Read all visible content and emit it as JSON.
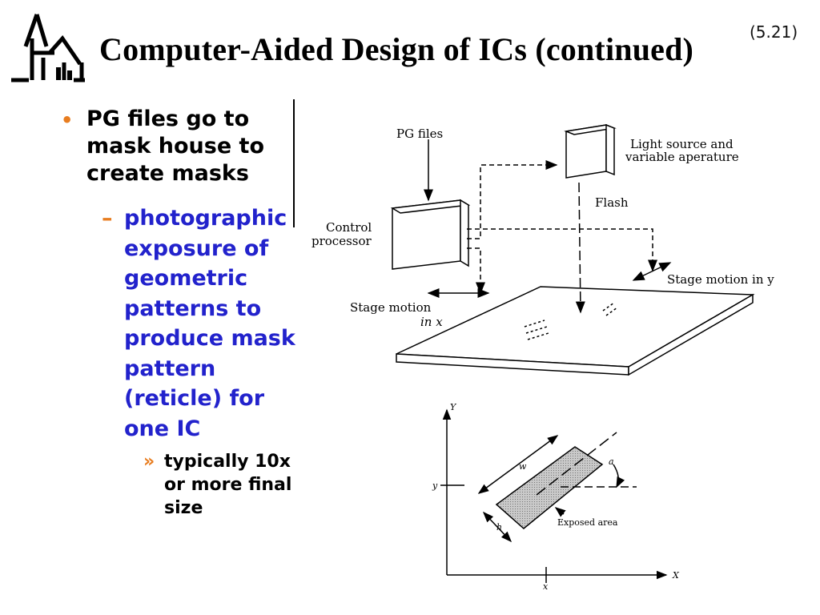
{
  "slide": {
    "number": "(5.21)",
    "title": "Computer-Aided Design of ICs (continued)"
  },
  "bullets": {
    "level1": "PG files go to mask house to create masks",
    "level1_marker": "•",
    "level2": "photographic exposure of geometric patterns to produce mask pattern (reticle) for one IC",
    "level2_marker": "–",
    "level3": "typically 10x or more final size",
    "level3_marker": "»"
  },
  "system_diagram": {
    "pg_files": "PG files",
    "light_source_1": "Light source and",
    "light_source_2": "variable aperature",
    "flash": "Flash",
    "control_1": "Control",
    "control_2": "processor",
    "stage_x_1": "Stage motion",
    "stage_x_2": "in x",
    "stage_y": "Stage motion in y"
  },
  "coord_diagram": {
    "y_axis": "Y",
    "x_axis": "X",
    "y_tick": "y",
    "x_tick": "x",
    "w": "w",
    "h": "h",
    "angle": "a",
    "exposed": "Exposed area"
  },
  "colors": {
    "accent_orange": "#e87d20",
    "sub_bullet_blue": "#2222cc"
  }
}
